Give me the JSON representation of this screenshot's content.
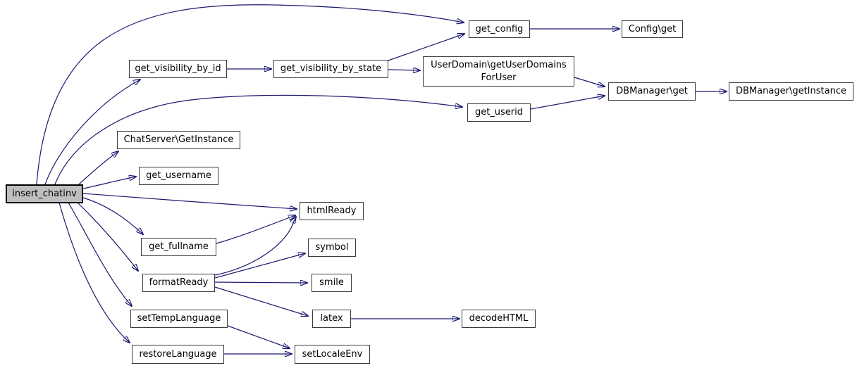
{
  "diagram": {
    "kind": "doxygen-call-graph",
    "root": "insert_chatinv",
    "colors": {
      "edge": "#191970",
      "node_border": "#3b3b3b",
      "node_fill": "#ffffff",
      "root_fill": "#bfbfbf",
      "text": "#000000",
      "background": "#ffffff"
    },
    "nodes": {
      "insert_chatinv": {
        "label": "insert_chatinv"
      },
      "get_visibility_by_id": {
        "label": "get_visibility_by_id"
      },
      "get_visibility_by_state": {
        "label": "get_visibility_by_state"
      },
      "get_config": {
        "label": "get_config"
      },
      "config_get": {
        "label": "Config\\get"
      },
      "userdomain_getuserdomainsforuser": {
        "label": "UserDomain\\getUserDomainsForUser",
        "lines": [
          "UserDomain\\getUserDomains",
          "ForUser"
        ]
      },
      "dbmanager_get": {
        "label": "DBManager\\get"
      },
      "dbmanager_getinstance": {
        "label": "DBManager\\getInstance"
      },
      "get_userid": {
        "label": "get_userid"
      },
      "chatserver_getinstance": {
        "label": "ChatServer\\GetInstance"
      },
      "get_username": {
        "label": "get_username"
      },
      "htmlready": {
        "label": "htmlReady"
      },
      "get_fullname": {
        "label": "get_fullname"
      },
      "symbol": {
        "label": "symbol"
      },
      "formatready": {
        "label": "formatReady"
      },
      "smile": {
        "label": "smile"
      },
      "latex": {
        "label": "latex"
      },
      "decodehtml": {
        "label": "decodeHTML"
      },
      "settemplanguage": {
        "label": "setTempLanguage"
      },
      "restorelanguage": {
        "label": "restoreLanguage"
      },
      "setlocaleenv": {
        "label": "setLocaleEnv"
      }
    },
    "edges": [
      {
        "from": "insert_chatinv",
        "to": "get_config"
      },
      {
        "from": "insert_chatinv",
        "to": "get_visibility_by_id"
      },
      {
        "from": "insert_chatinv",
        "to": "get_userid"
      },
      {
        "from": "insert_chatinv",
        "to": "chatserver_getinstance"
      },
      {
        "from": "insert_chatinv",
        "to": "get_username"
      },
      {
        "from": "insert_chatinv",
        "to": "htmlready"
      },
      {
        "from": "insert_chatinv",
        "to": "get_fullname"
      },
      {
        "from": "insert_chatinv",
        "to": "formatready"
      },
      {
        "from": "insert_chatinv",
        "to": "settemplanguage"
      },
      {
        "from": "insert_chatinv",
        "to": "restorelanguage"
      },
      {
        "from": "get_visibility_by_id",
        "to": "get_visibility_by_state"
      },
      {
        "from": "get_visibility_by_state",
        "to": "get_config"
      },
      {
        "from": "get_visibility_by_state",
        "to": "userdomain_getuserdomainsforuser"
      },
      {
        "from": "get_config",
        "to": "config_get"
      },
      {
        "from": "userdomain_getuserdomainsforuser",
        "to": "dbmanager_get"
      },
      {
        "from": "get_userid",
        "to": "dbmanager_get"
      },
      {
        "from": "dbmanager_get",
        "to": "dbmanager_getinstance"
      },
      {
        "from": "get_fullname",
        "to": "htmlready"
      },
      {
        "from": "formatready",
        "to": "htmlready"
      },
      {
        "from": "formatready",
        "to": "symbol"
      },
      {
        "from": "formatready",
        "to": "smile"
      },
      {
        "from": "formatready",
        "to": "latex"
      },
      {
        "from": "latex",
        "to": "decodehtml"
      },
      {
        "from": "settemplanguage",
        "to": "setlocaleenv"
      },
      {
        "from": "restorelanguage",
        "to": "setlocaleenv"
      }
    ]
  }
}
